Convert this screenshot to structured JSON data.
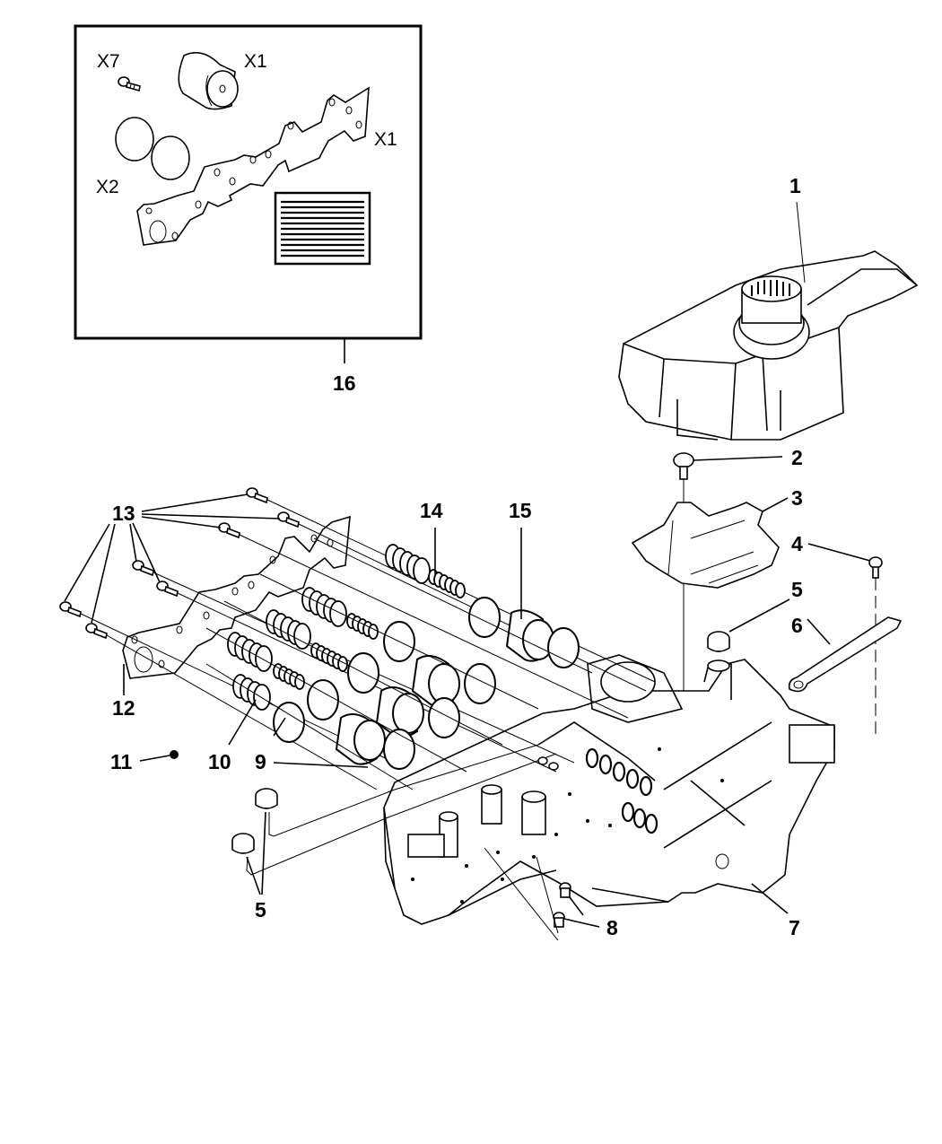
{
  "diagram": {
    "type": "exploded-parts-diagram",
    "subject": "transmission valve body assembly",
    "kit_box": {
      "callout": "16",
      "items": [
        {
          "label": "X7",
          "part": "bolt"
        },
        {
          "label": "X1",
          "part": "accumulator piston"
        },
        {
          "label": "X2",
          "part": "seal rings"
        },
        {
          "label": "X1",
          "part": "gasket plate"
        }
      ],
      "instruction_sheet": "instruction-card"
    },
    "callouts": [
      {
        "number": "1",
        "part": "solenoid / pressure switch assembly"
      },
      {
        "number": "2",
        "part": "screw"
      },
      {
        "number": "3",
        "part": "detent spring plate"
      },
      {
        "number": "4",
        "part": "screw"
      },
      {
        "number": "5",
        "part": "filter / seal cup"
      },
      {
        "number": "6",
        "part": "detent spring"
      },
      {
        "number": "7",
        "part": "valve body"
      },
      {
        "number": "8",
        "part": "check ball plug"
      },
      {
        "number": "9",
        "part": "accumulator piston"
      },
      {
        "number": "10",
        "part": "spring"
      },
      {
        "number": "11",
        "part": "check ball"
      },
      {
        "number": "12",
        "part": "cover plate"
      },
      {
        "number": "13",
        "part": "screws"
      },
      {
        "number": "14",
        "part": "spring"
      },
      {
        "number": "15",
        "part": "piston"
      },
      {
        "number": "16",
        "part": "gasket kit"
      }
    ]
  }
}
